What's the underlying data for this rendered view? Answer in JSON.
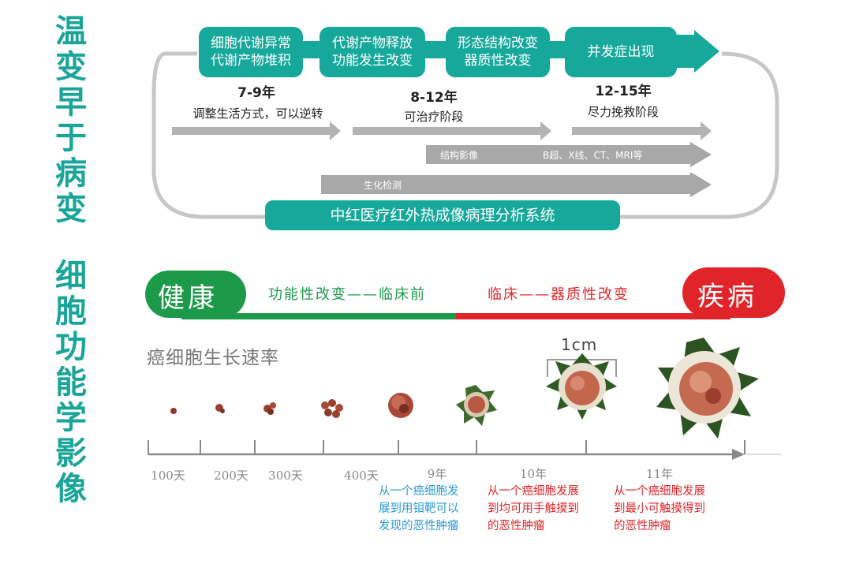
{
  "colors": {
    "teal": "#17a89c",
    "green": "#1c9a4a",
    "red": "#e0242a",
    "grey_arrow": "#b3b3b3",
    "blue_note": "#2a9bd5"
  },
  "vertical_titles": [
    "温变早于病变",
    "细胞功能学影像"
  ],
  "top_stages": [
    {
      "box": "细胞代谢异常\n代谢产物堆积",
      "years": "7-9年",
      "desc": "调整生活方式，可以逆转"
    },
    {
      "box": "代谢产物释放\n功能发生改变",
      "years": "8-12年",
      "desc": "可治疗阶段"
    },
    {
      "box": "形态结构改变\n器质性改变",
      "years": "",
      "desc": ""
    },
    {
      "box": "并发症出现",
      "years": "12-15年",
      "desc": "尽力挽救阶段"
    }
  ],
  "detection": {
    "structural": "结构影像",
    "structural_modalities": "B超、X线、CT、MRI等",
    "biochemical": "生化检测"
  },
  "system_label": "中红医疗红外热成像病理分析系统",
  "health_bar": {
    "left": "健康",
    "right": "疾病",
    "green_phase": "功能性改变——临床前",
    "red_phase": "临床——器质性改变"
  },
  "growth": {
    "title": "癌细胞生长速率",
    "size_label": "1cm",
    "ticks": [
      "100天",
      "200天",
      "300天",
      "400天",
      "9年",
      "10年",
      "11年"
    ],
    "notes": [
      {
        "text": "从一个癌细胞发\n展到用钼靶可以\n发现的恶性肿瘤",
        "color": "blue"
      },
      {
        "text": "从一个癌细胞发展\n到均可用手触摸到\n的恶性肿瘤",
        "color": "red"
      },
      {
        "text": "从一个癌细胞发展\n到最小可触摸得到\n的恶性肿瘤",
        "color": "red"
      }
    ]
  }
}
